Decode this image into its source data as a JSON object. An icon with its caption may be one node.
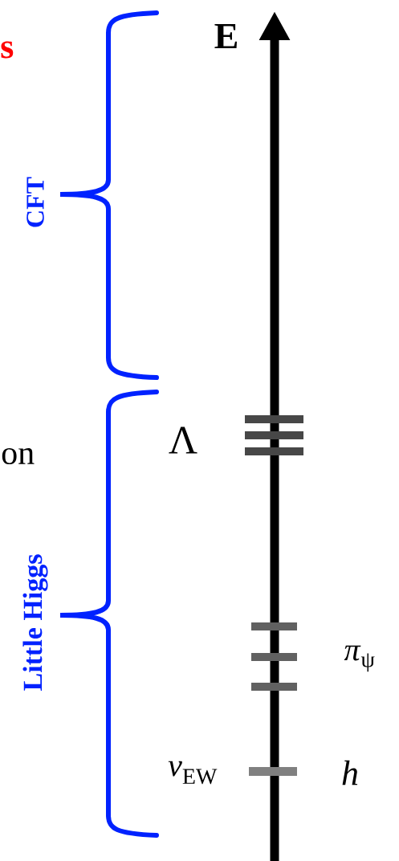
{
  "diagram": {
    "labels": [
      "s",
      "E",
      "CFT",
      "on",
      "Λ",
      "Little Higgs",
      "*π*$_{ψ}$",
      "*v*$_{EW}$",
      "*h*"
    ]
  }
}
